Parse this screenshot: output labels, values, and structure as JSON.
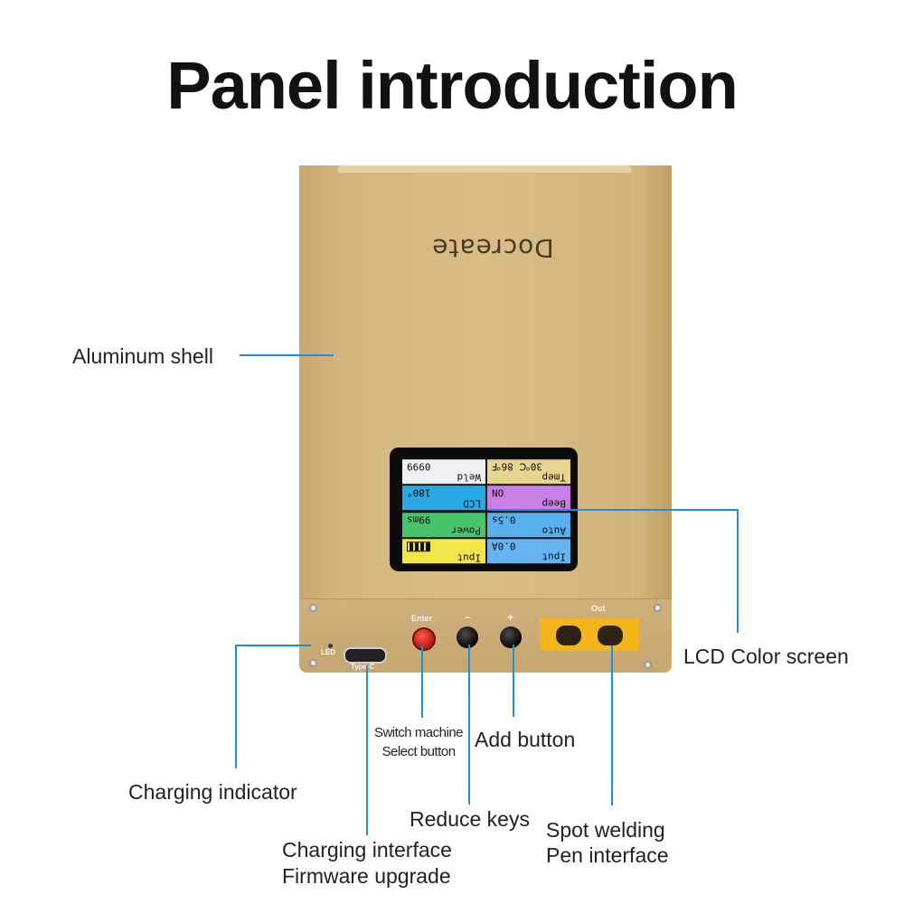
{
  "title": "Panel introduction",
  "device": {
    "brand": "Docreate",
    "panel_labels": {
      "enter": "Enter",
      "minus": "−",
      "plus": "+",
      "out": "Out",
      "led": "LED",
      "typec": "Type-C"
    },
    "lcd": {
      "cells": [
        {
          "key": "Weld",
          "value": "0999"
        },
        {
          "key": "Tmep",
          "value": "30℃ 86℉"
        },
        {
          "key": "LCD",
          "value": "180°"
        },
        {
          "key": "Beep",
          "value": "ON"
        },
        {
          "key": "Power",
          "value": "99ms"
        },
        {
          "key": "Auto",
          "value": "0.5s"
        },
        {
          "key": "Iput",
          "value": ""
        },
        {
          "key": "Iput",
          "value": "0.0A"
        }
      ]
    }
  },
  "callouts": {
    "aluminum_shell": "Aluminum shell",
    "lcd_screen": "LCD Color screen",
    "switch_line1": "Switch machine",
    "switch_line2": "Select button",
    "add_button": "Add button",
    "charging_indicator": "Charging indicator",
    "reduce_keys": "Reduce keys",
    "spot_line1": "Spot welding",
    "spot_line2": "Pen interface",
    "charging_line1": "Charging interface",
    "charging_line2": "Firmware upgrade"
  },
  "colors": {
    "callout_line": "#1d8ee0",
    "shell": "#d9bc86",
    "connector": "#f3b51b"
  }
}
